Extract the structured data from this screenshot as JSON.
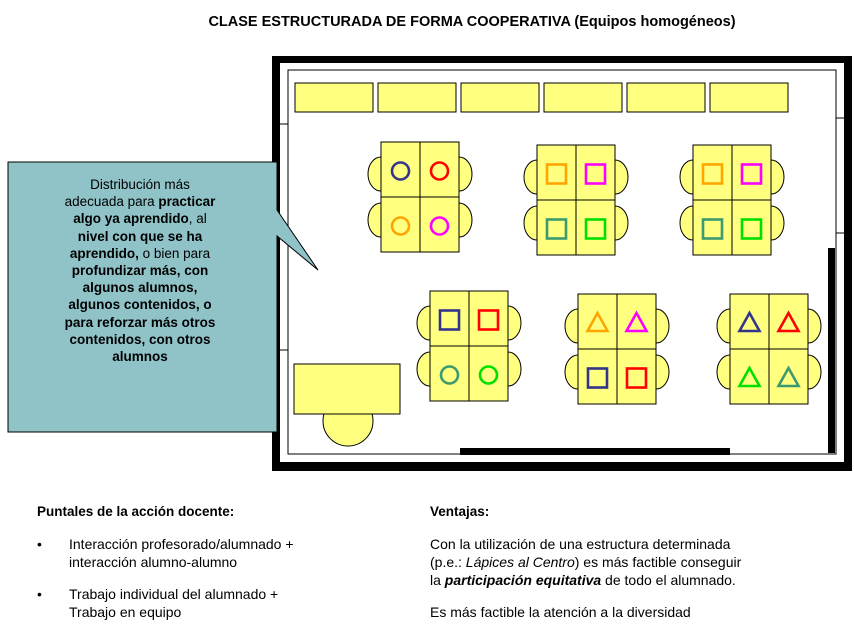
{
  "title": "CLASE ESTRUCTURADA DE FORMA COOPERATIVA (Equipos homogéneos)",
  "callout": {
    "lines": [
      [
        {
          "t": "Distribución más",
          "b": false
        }
      ],
      [
        {
          "t": "adecuada para ",
          "b": false
        },
        {
          "t": "practicar",
          "b": true
        }
      ],
      [
        {
          "t": "algo ya aprendido",
          "b": true
        },
        {
          "t": ", al",
          "b": false
        }
      ],
      [
        {
          "t": "nivel con que se ha",
          "b": true
        }
      ],
      [
        {
          "t": "aprendido,",
          "b": true
        },
        {
          "t": " o bien para",
          "b": false
        }
      ],
      [
        {
          "t": "profundizar más, con",
          "b": true
        }
      ],
      [
        {
          "t": "algunos alumnos,",
          "b": true
        }
      ],
      [
        {
          "t": "algunos contenidos, o",
          "b": true
        }
      ],
      [
        {
          "t": "para reforzar más otros",
          "b": true
        }
      ],
      [
        {
          "t": "contenidos, con otros",
          "b": true
        }
      ],
      [
        {
          "t": "alumnos",
          "b": true
        }
      ]
    ]
  },
  "colors": {
    "desk": "#ffff80",
    "callout_fill": "#8fc3c8",
    "navy": "#34348c",
    "red": "#ff0000",
    "orange": "#ffa500",
    "magenta": "#ff00ff",
    "teal": "#3c9a6e",
    "green": "#00e000"
  },
  "groups": [
    {
      "shapes": [
        {
          "kind": "circle",
          "color": "navy"
        },
        {
          "kind": "circle",
          "color": "red"
        },
        {
          "kind": "circle",
          "color": "orange"
        },
        {
          "kind": "circle",
          "color": "magenta"
        }
      ]
    },
    {
      "shapes": [
        {
          "kind": "square",
          "color": "orange"
        },
        {
          "kind": "square",
          "color": "magenta"
        },
        {
          "kind": "square",
          "color": "teal"
        },
        {
          "kind": "square",
          "color": "green"
        }
      ]
    },
    {
      "shapes": [
        {
          "kind": "square",
          "color": "orange"
        },
        {
          "kind": "square",
          "color": "magenta"
        },
        {
          "kind": "square",
          "color": "teal"
        },
        {
          "kind": "square",
          "color": "green"
        }
      ]
    },
    {
      "shapes": [
        {
          "kind": "square",
          "color": "navy"
        },
        {
          "kind": "square",
          "color": "red"
        },
        {
          "kind": "circle",
          "color": "teal"
        },
        {
          "kind": "circle",
          "color": "green"
        }
      ]
    },
    {
      "shapes": [
        {
          "kind": "triangle",
          "color": "orange"
        },
        {
          "kind": "triangle",
          "color": "magenta"
        },
        {
          "kind": "square",
          "color": "navy"
        },
        {
          "kind": "square",
          "color": "red"
        }
      ]
    },
    {
      "shapes": [
        {
          "kind": "triangle",
          "color": "navy"
        },
        {
          "kind": "triangle",
          "color": "red"
        },
        {
          "kind": "triangle",
          "color": "green"
        },
        {
          "kind": "triangle",
          "color": "teal"
        }
      ]
    }
  ],
  "left": {
    "heading": "Puntales de la acción docente:",
    "bullet": "•",
    "items": [
      [
        "Interacción profesorado/alumnado +",
        "interacción alumno-alumno"
      ],
      [
        "Trabajo individual del alumnado +",
        "Trabajo en equipo"
      ]
    ]
  },
  "right": {
    "heading": "Ventajas:",
    "p1": {
      "line1": "Con la utilización de una estructura determinada",
      "l2_pre": "(p.e.: ",
      "l2_italic": "Lápices al Centro",
      "l2_post": ") es más factible conseguir",
      "l3_pre": "la ",
      "l3_bi": "participación equitativa",
      "l3_post": " de todo el alumnado."
    },
    "p2": "Es más factible la atención a la diversidad"
  }
}
